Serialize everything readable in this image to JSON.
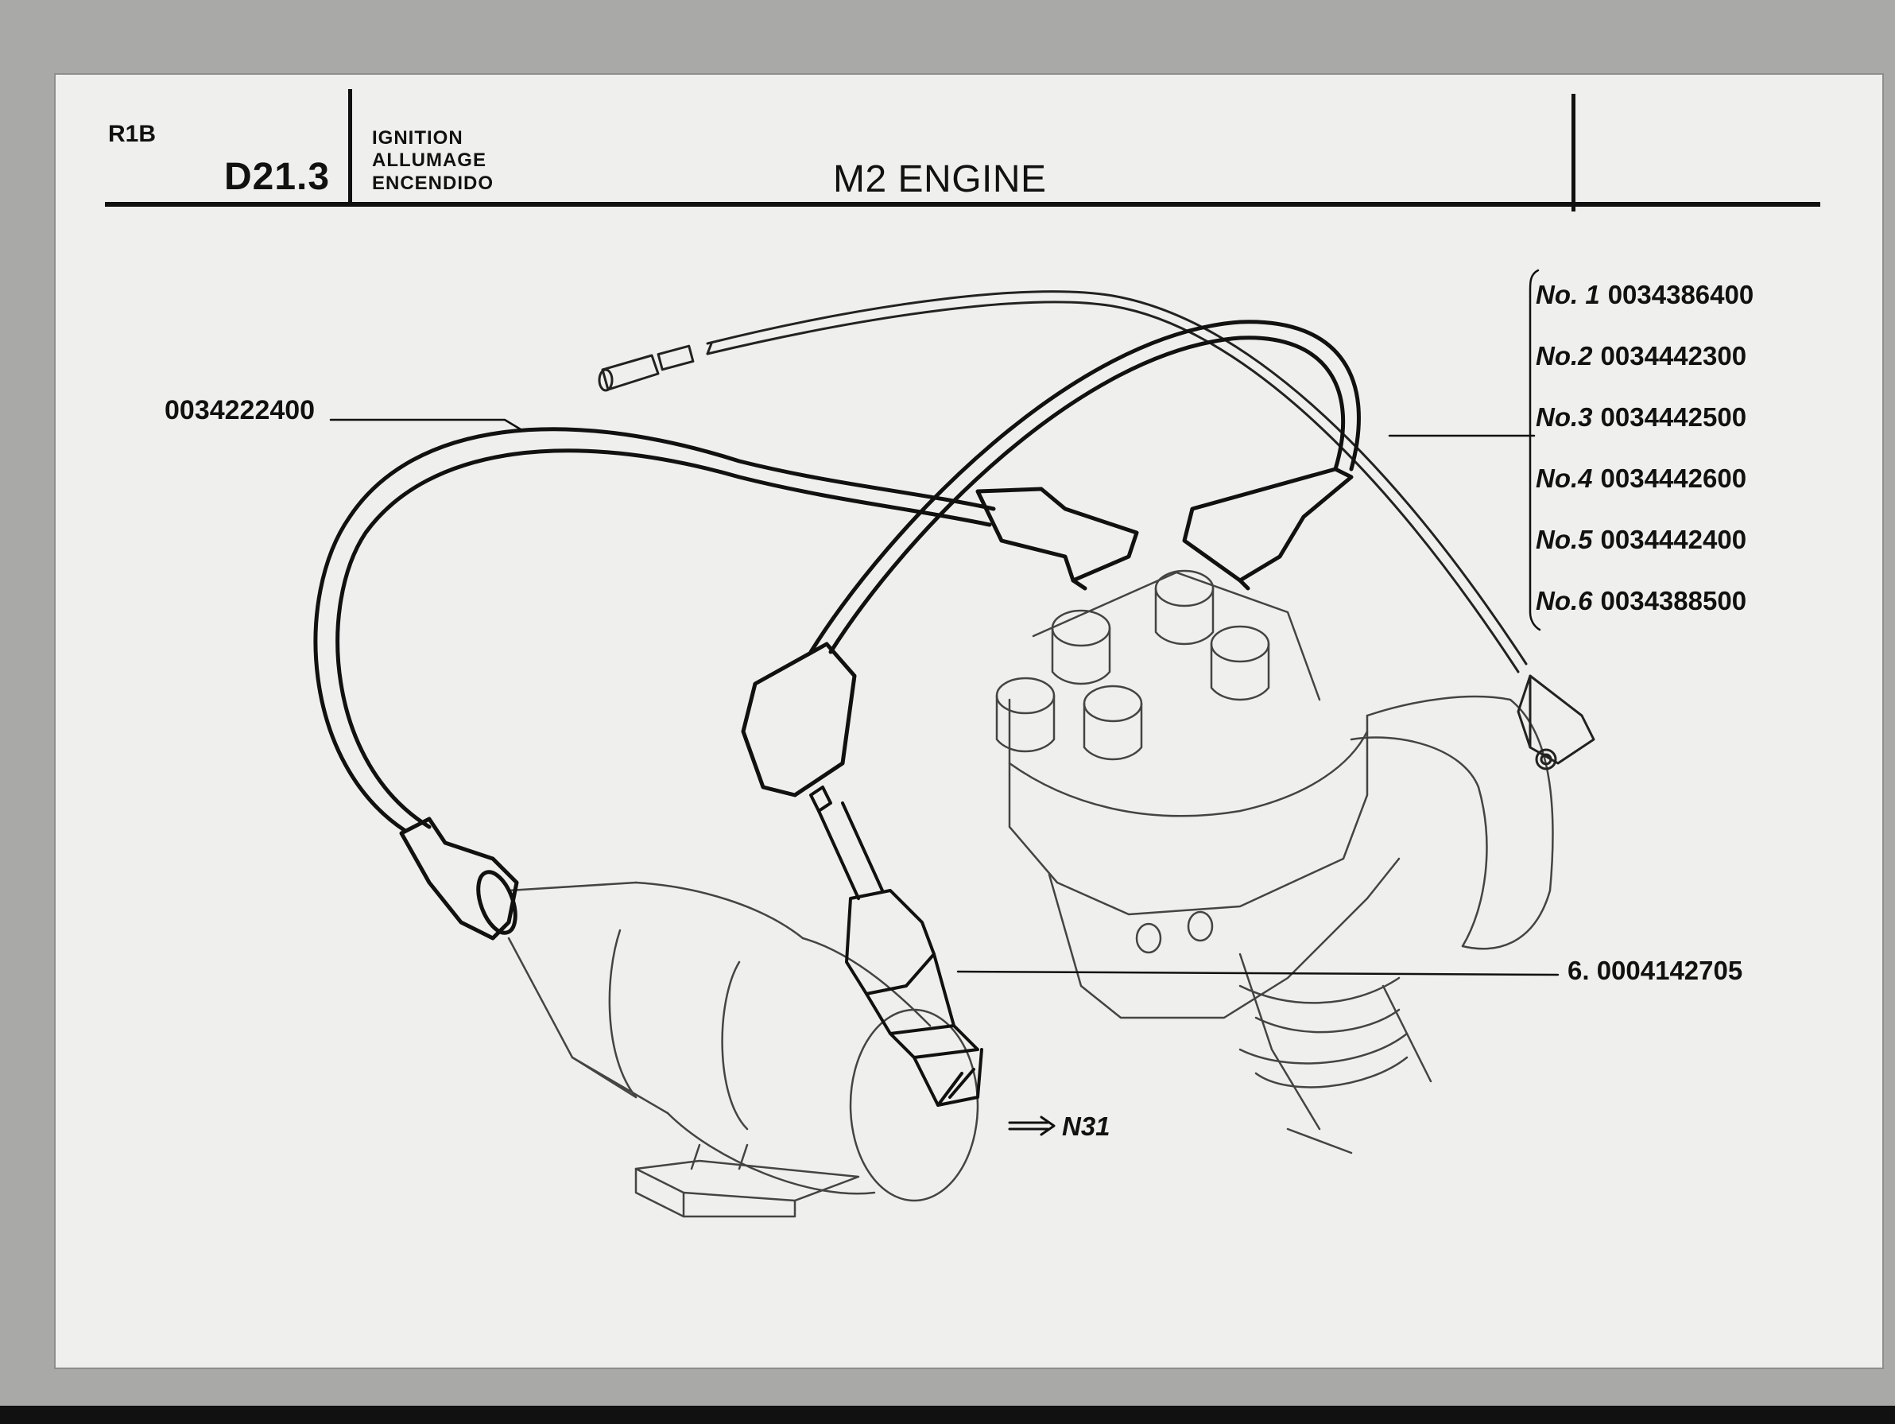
{
  "header": {
    "code_small": "R1B",
    "code_big": "D21.3",
    "lang_en": "IGNITION",
    "lang_fr": "ALLUMAGE",
    "lang_es": "ENCENDIDO",
    "title": "M2 ENGINE"
  },
  "callouts": {
    "coil_lead": "0034222400",
    "spark_plug": "6. 0004142705",
    "ref": "N31"
  },
  "plug_leads": [
    {
      "label": "No. 1",
      "part": "0034386400"
    },
    {
      "label": "No.2",
      "part": "0034442300"
    },
    {
      "label": "No.3",
      "part": "0034442500"
    },
    {
      "label": "No.4",
      "part": "0034442600"
    },
    {
      "label": "No.5",
      "part": "0034442400"
    },
    {
      "label": "No.6",
      "part": "0034388500"
    }
  ]
}
